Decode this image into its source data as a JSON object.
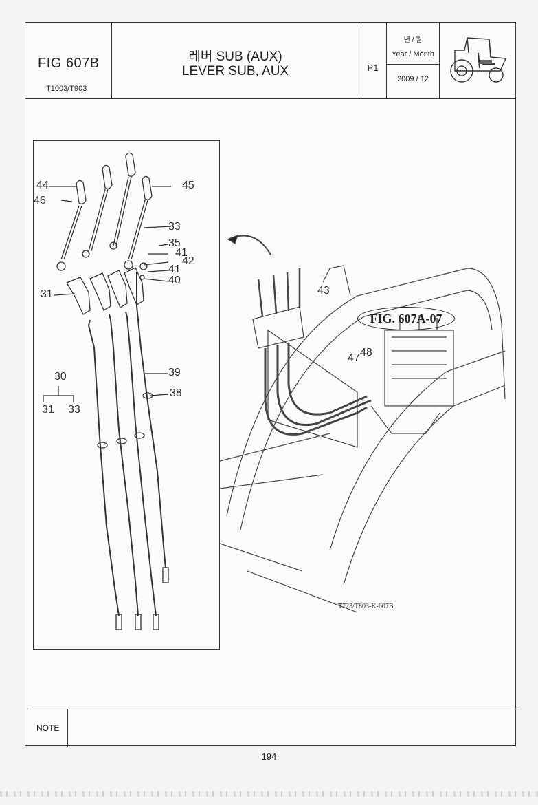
{
  "header": {
    "fig_no": "FIG 607B",
    "model": "T1003/T903",
    "title_ko": "레버 SUB (AUX)",
    "title_en": "LEVER SUB, AUX",
    "page_code": "P1",
    "year_month_ko": "년 / 월",
    "year_month_en": "Year / Month",
    "date": "2009 / 12"
  },
  "inset_labels": {
    "l44": "44",
    "l45": "45",
    "l46": "46",
    "l33a": "33",
    "l35": "35",
    "l41a": "41",
    "l42": "42",
    "l41b": "41",
    "l40": "40",
    "l31a": "31",
    "l39": "39",
    "l38": "38",
    "l30": "30",
    "l31b": "31",
    "l33b": "33"
  },
  "main_labels": {
    "l43": "43",
    "l47": "47",
    "l48": "48",
    "fig_ref": "FIG. 607A-07",
    "drawing_code": "T723/T803-K-607B"
  },
  "note_label": "NOTE",
  "page_number": "194"
}
